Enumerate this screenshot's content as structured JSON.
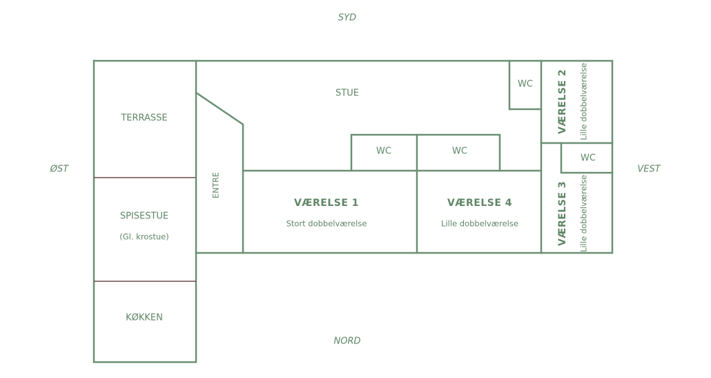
{
  "compass": {
    "south": "SYD",
    "north": "NORD",
    "east": "ØST",
    "west": "VEST"
  },
  "rooms": {
    "terrasse": "TERRASSE",
    "spisestue": "SPISESTUE",
    "spisestue_note": "(Gl. krostue)",
    "kokken": "KØKKEN",
    "entre": "ENTRE",
    "stue": "STUE",
    "wc_top": "WC",
    "wc_mid_left": "WC",
    "wc_mid_right": "WC",
    "wc_right": "WC",
    "vaerelse1": "VÆRELSE 1",
    "vaerelse1_note": "Stort dobbelværelse",
    "vaerelse4": "VÆRELSE 4",
    "vaerelse4_note": "Lille dobbelværelse",
    "vaerelse2": "VÆRELSE 2",
    "vaerelse2_note": "Lille dobbelværelse",
    "vaerelse3": "VÆRELSE 3",
    "vaerelse3_note": "Lille dobbelværelse"
  },
  "colors": {
    "wall": "#6a8f72",
    "text": "#5f8566",
    "divider": "#6e4b48"
  }
}
